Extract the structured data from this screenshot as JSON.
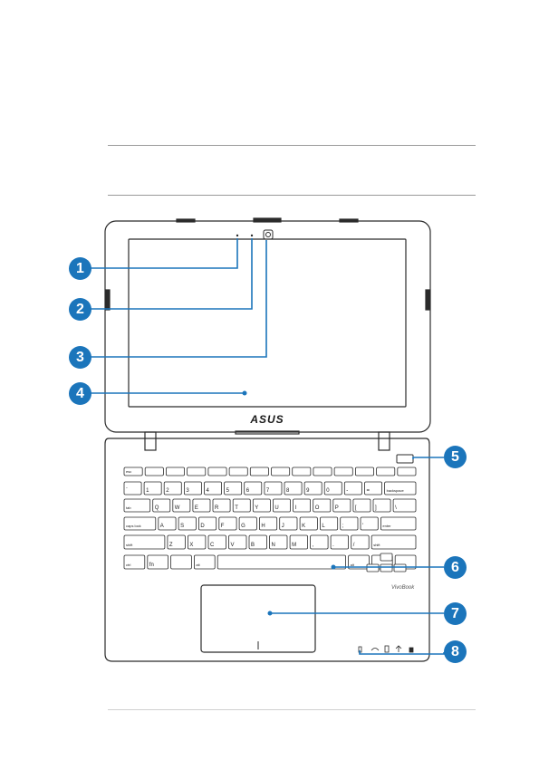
{
  "brand": {
    "logo_text": "ASUS",
    "series_text": "VivoBook"
  },
  "accent_color": "#1b75bb",
  "callouts": [
    {
      "number": "1",
      "label": "microphone"
    },
    {
      "number": "2",
      "label": "microphone"
    },
    {
      "number": "3",
      "label": "camera"
    },
    {
      "number": "4",
      "label": "display-panel"
    },
    {
      "number": "5",
      "label": "power-button"
    },
    {
      "number": "6",
      "label": "keyboard"
    },
    {
      "number": "7",
      "label": "touchpad"
    },
    {
      "number": "8",
      "label": "status-indicators"
    }
  ],
  "keyboard": {
    "row1": [
      "esc",
      "",
      "",
      "",
      "",
      "",
      "",
      "",
      "",
      "",
      "",
      "",
      "",
      ""
    ],
    "row2": [
      "`",
      "1",
      "2",
      "3",
      "4",
      "5",
      "6",
      "7",
      "8",
      "9",
      "0",
      "-",
      "=",
      "backspace"
    ],
    "row3": [
      "tab",
      "Q",
      "W",
      "E",
      "R",
      "T",
      "Y",
      "U",
      "I",
      "O",
      "P",
      "[",
      "]",
      "\\"
    ],
    "row4": [
      "caps lock",
      "A",
      "S",
      "D",
      "F",
      "G",
      "H",
      "J",
      "K",
      "L",
      ";",
      "'",
      "enter"
    ],
    "row5": [
      "shift",
      "Z",
      "X",
      "C",
      "V",
      "B",
      "N",
      "M",
      ",",
      ".",
      "/",
      "shift"
    ],
    "row6": [
      "ctrl",
      "fn",
      "",
      "alt",
      "",
      "alt",
      "",
      "ctrl"
    ]
  }
}
